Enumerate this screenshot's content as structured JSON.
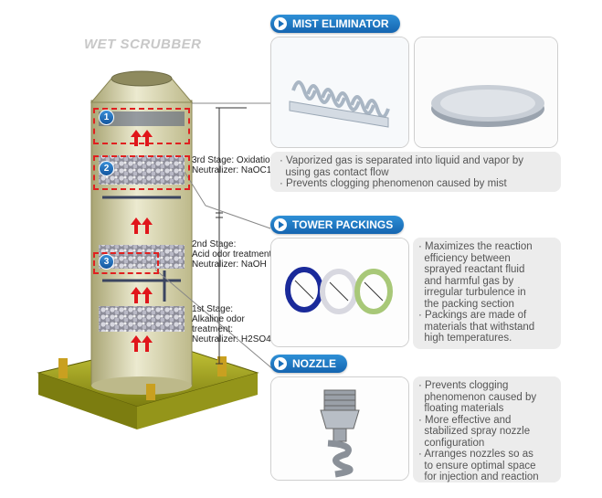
{
  "title": "WET SCRUBBER",
  "badges": [
    "1",
    "2",
    "3"
  ],
  "stages": {
    "third": [
      "3rd Stage: Oxidation,",
      "Neutralizer: NaOC1"
    ],
    "second": [
      "2nd Stage:",
      "Acid odor treatment,",
      "Neutralizer: NaOH"
    ],
    "first": [
      "1st Stage:",
      "Alkaline odor",
      "treatment:",
      "Neutralizer: H2SO4"
    ]
  },
  "sections": {
    "mist": {
      "label": "MIST ELIMINATOR",
      "lines": [
        "· Vaporized gas is separated into liquid and vapor by",
        "  using gas contact flow",
        "· Prevents clogging phenomenon caused by mist"
      ]
    },
    "tower": {
      "label": "TOWER PACKINGS",
      "lines": [
        "· Maximizes the reaction",
        "  efficiency between",
        "  sprayed reactant fluid",
        "  and harmful gas by",
        "  irregular turbulence in",
        "  the packing section",
        "· Packings are made of",
        "  materials that withstand",
        "  high temperatures."
      ]
    },
    "nozzle": {
      "label": "NOZZLE",
      "lines": [
        "· Prevents clogging",
        "  phenomenon caused by",
        "  floating materials",
        "· More effective and",
        "  stabilized spray nozzle",
        "  configuration",
        "· Arranges nozzles so as",
        "  to ensure optimal space",
        "  for injection and reaction"
      ]
    }
  },
  "colors": {
    "accent": "#1a6fba",
    "tower": "#d9d6a2",
    "base": "#a8a81e",
    "arrow": "#e0161b"
  }
}
